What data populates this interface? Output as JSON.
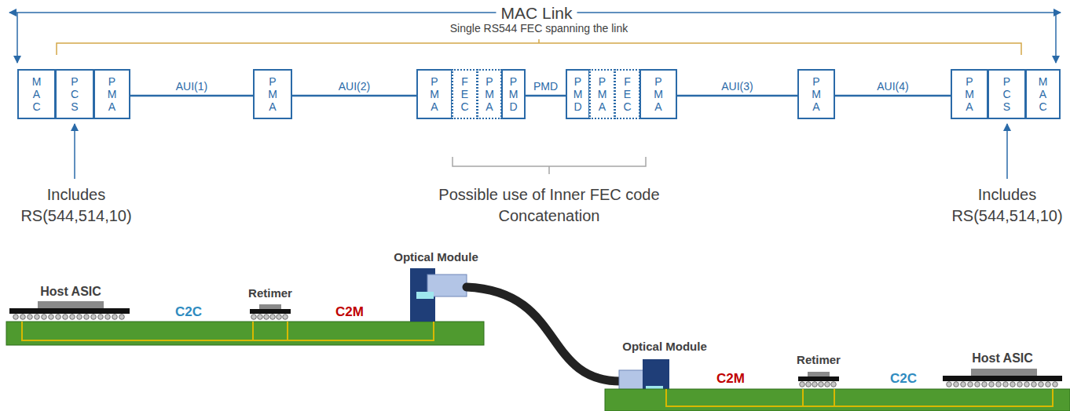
{
  "diagram": {
    "nodes": [
      {
        "text": [
          "M A C"
        ]
      },
      {
        "text": [
          "P C S"
        ]
      },
      {
        "text": [
          "P M A"
        ]
      },
      {
        "text": [
          "P M A"
        ]
      },
      {
        "text": [
          "P M A"
        ]
      },
      {
        "text": [
          "F E C"
        ]
      },
      {
        "text": [
          "P M A"
        ]
      },
      {
        "text": [
          "P M D"
        ]
      },
      {
        "text": [
          "P M D"
        ]
      },
      {
        "text": [
          "P M A"
        ]
      },
      {
        "text": [
          "F E C"
        ]
      },
      {
        "text": [
          "P M A"
        ]
      },
      {
        "text": [
          "P M A"
        ]
      },
      {
        "text": [
          "P M A"
        ]
      },
      {
        "text": [
          "P C S"
        ]
      },
      {
        "text": [
          "M A C"
        ]
      }
    ],
    "edges": [
      {
        "from": 2,
        "to": 3,
        "arrow": "none",
        "label": "AUI(1)"
      },
      {
        "from": 3,
        "to": 4,
        "arrow": "none",
        "label": "AUI(2)"
      },
      {
        "from": 7,
        "to": 8,
        "arrow": "none",
        "label": "PMD"
      },
      {
        "from": 11,
        "to": 12,
        "arrow": "none",
        "label": "AUI(3)"
      },
      {
        "from": 12,
        "to": 13,
        "arrow": "none",
        "label": "AUI(4)"
      }
    ],
    "labels": [
      "MAC Link",
      "Single RS544 FEC spanning the link",
      "Includes RS(544,514,10)",
      "Possible use of Inner FEC code Concatenation",
      "Includes RS(544,514,10)",
      "Host ASIC",
      "C2C",
      "Retimer",
      "C2M",
      "Optical Module",
      "Optical Module",
      "C2M",
      "Retimer",
      "C2C",
      "Host ASIC"
    ]
  }
}
